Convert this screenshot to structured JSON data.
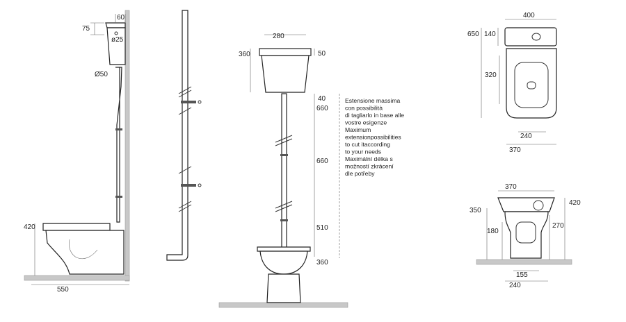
{
  "side_view": {
    "tank_width": "60",
    "tank_lid": "75",
    "inlet_diameter": "ø25",
    "pipe_diameter": "Ø50",
    "bowl_height": "420",
    "projection": "550"
  },
  "front_view": {
    "tank_width": "280",
    "tank_height": "360",
    "tank_offset": "50",
    "seg_40": "40",
    "seg_660a": "660",
    "seg_660b": "660",
    "seg_510": "510",
    "seg_360": "360"
  },
  "note": [
    "Estensione massima",
    "con possibilità",
    "di tagliarlo in base alle",
    "vostre esigenze",
    "Maximum",
    "extensionpossibilities",
    "to cut itaccording",
    "to your needs",
    "Maximální délka s",
    "možností zkrácení",
    "dle potřeby"
  ],
  "top_view": {
    "width": "400",
    "length": "650",
    "tank_depth": "140",
    "bowl": "320",
    "outlet": "240",
    "base": "370"
  },
  "front_bottom_view": {
    "width": "370",
    "height": "420",
    "rim": "350",
    "outlet_height": "180",
    "base_height": "270",
    "base_a": "155",
    "base_b": "240"
  }
}
